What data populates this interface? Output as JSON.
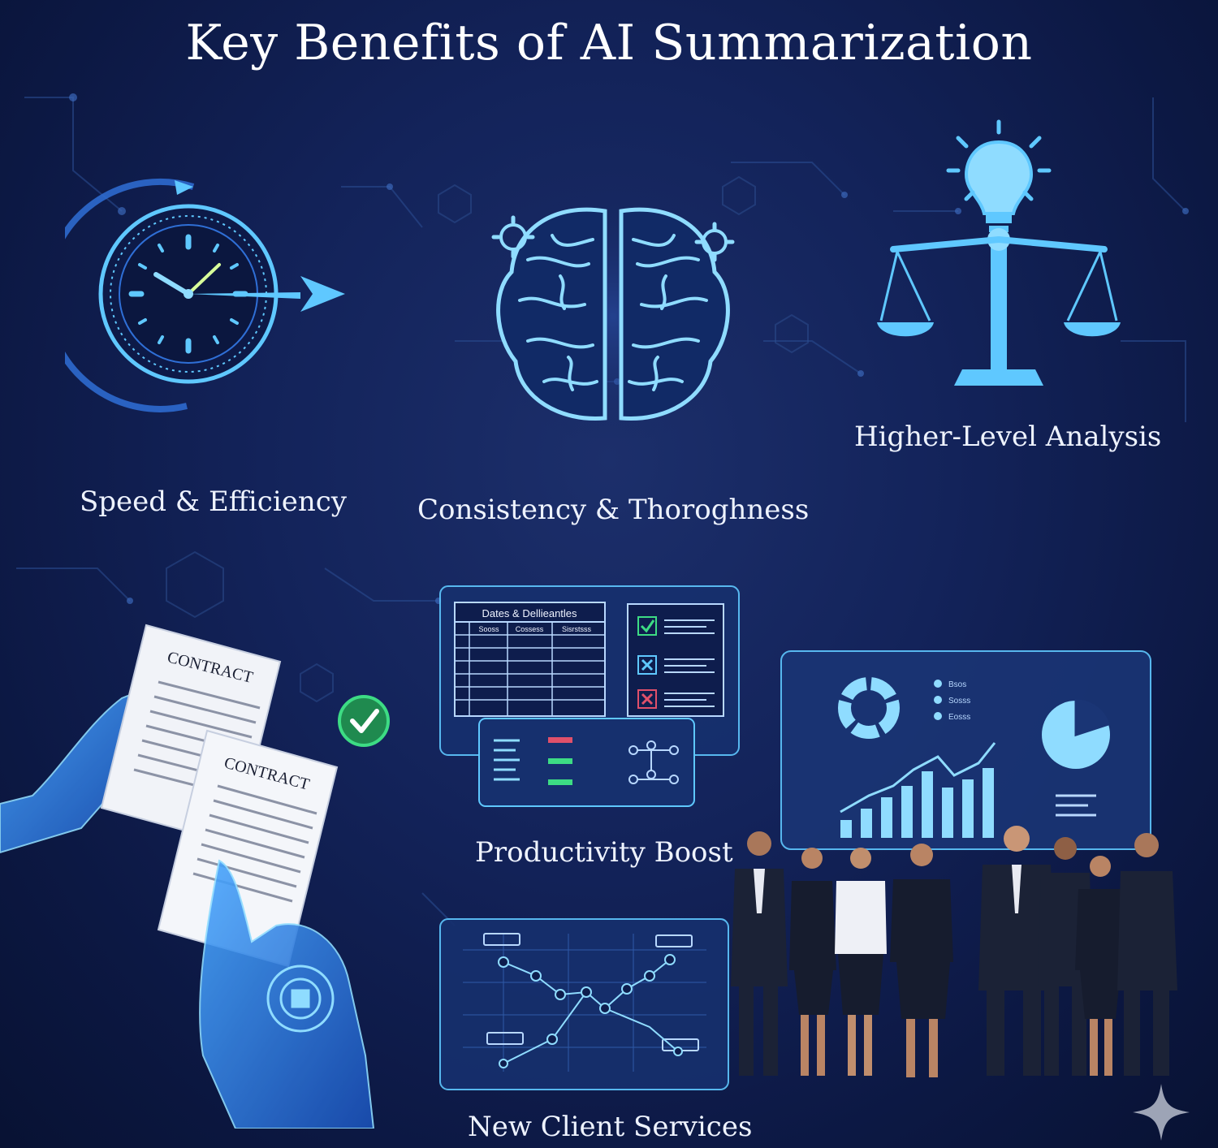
{
  "page": {
    "title": "Key Benefits of AI Summarization"
  },
  "benefits": {
    "speed": "Speed & Efficiency",
    "consistency": "Consistency & Thoroghness",
    "analysis": "Higher-Level Analysis",
    "productivity": "Productivity Boost",
    "client": "New Client Services"
  },
  "contracts": {
    "doc1": "CONTRACT",
    "doc2": "CONTRACT"
  },
  "dashboard": {
    "table_title": "Dates & Dellieantles",
    "table_headers": [
      "Sooss",
      "Cossess",
      "Sisrstsss"
    ],
    "legend": [
      "Bsos",
      "Sosss",
      "Eosss"
    ]
  },
  "colors": {
    "background": "#0c1843",
    "accent": "#5fc8ff",
    "glow": "#8fdcff",
    "check": "#3ddc84"
  },
  "icons": [
    "clock-icon",
    "brain-icon",
    "lightbulb-icon",
    "scales-icon",
    "contract-icon",
    "check-icon",
    "dashboard-icon",
    "team-illustration",
    "sparkle-icon"
  ]
}
